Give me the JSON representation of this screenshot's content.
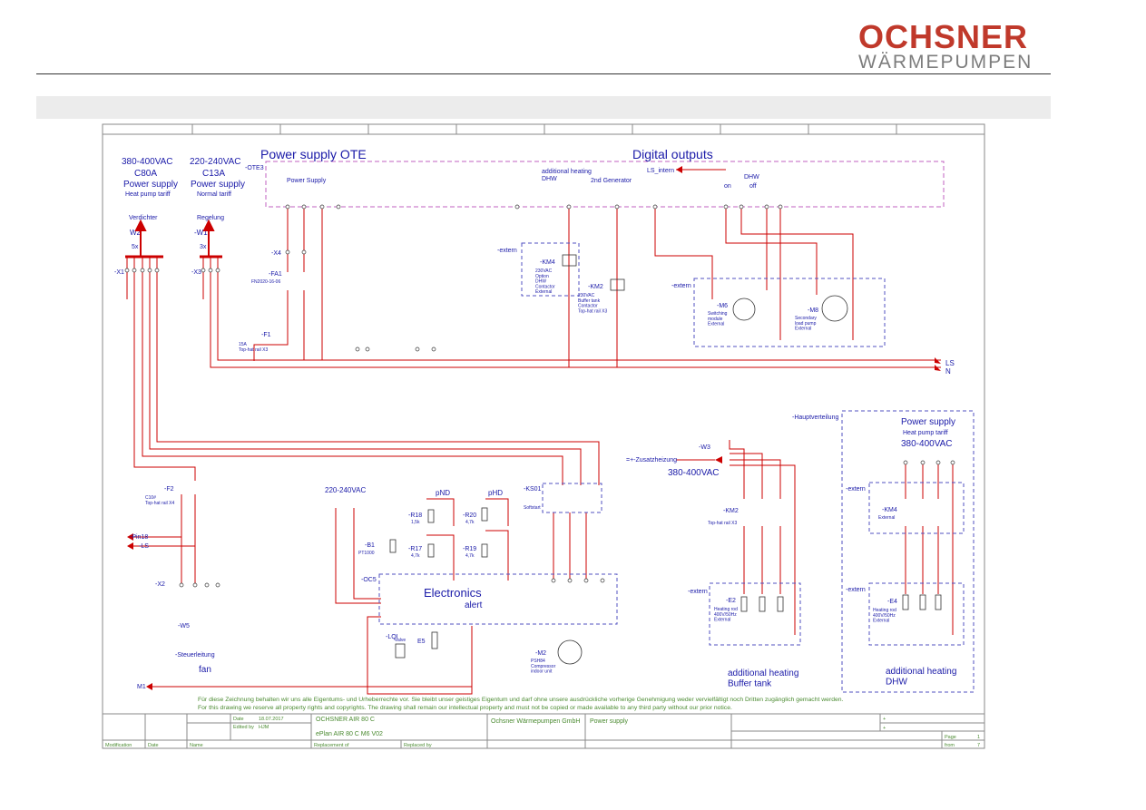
{
  "logo": {
    "top": "OCHSNER",
    "bottom": "WÄRMEPUMPEN"
  },
  "colors": {
    "wire": "#cc0000",
    "text": "#1a1aa8",
    "frame": "#8a8a8a",
    "dashed": "#c060c0",
    "blue_dashed": "#5050c0"
  },
  "supply": {
    "main": {
      "voltage": "380-400VAC",
      "fuse": "C80A",
      "label": "Power supply",
      "tariff": "Heat pump tariff",
      "tag": "Verdichter",
      "cable": "W2",
      "cores": "5x",
      "terminal": "-X1"
    },
    "ctrl": {
      "voltage": "220-240VAC",
      "fuse": "C13A",
      "label": "Power supply",
      "tariff": "Normal tariff",
      "tag": "Regelung",
      "cable": "-W1",
      "cores": "3x",
      "terminal": "-X3"
    }
  },
  "sections": {
    "power_ote": "Power supply OTE",
    "digital": "Digital outputs",
    "electronics": "Electronics",
    "alert": "alert"
  },
  "ote": {
    "tag": "-OTE3",
    "power_supply": "Power Supply",
    "add_heat_dhw": "additional heating\nDHW",
    "generator": "2nd Generator",
    "ls_intern": "LS_intern",
    "dhw": "DHW",
    "on": "on",
    "off": "off"
  },
  "devices": {
    "x4": "-X4",
    "fa1": "-FA1",
    "fa1_note": "FN2020-16-06",
    "f1": "-F1",
    "f1_note": "15A\nTop-hat rail X3",
    "km4": "-KM4",
    "km4_note": "230VAC\nOption\nDHW\nContactor\nExternal",
    "km2": "-KM2",
    "km2_note": "230VAC\nBuffer tank\nContactor\nTop-hat rail X3",
    "m6": "-M6",
    "m6_note": "Switching\nmodule\nExternal",
    "m8": "-M8",
    "m8_note": "Secondary\nload pump\nExternal",
    "extern": "-extern",
    "ls": "LS",
    "n": "N",
    "f2": "-F2",
    "f2_note": "C10#\nTop-hat rail X4",
    "pin18": "-Pin18",
    "ls_left": "-LS",
    "x2": "-X2",
    "w5": "-W5",
    "steuerleitung": "-Steuerleitung",
    "fan": "fan",
    "m1": "M1",
    "v220": "220-240VAC",
    "b1": "-B1",
    "b1_note": "PT1000",
    "r18": "-R18",
    "r18_v": "1,5k",
    "r17": "-R17",
    "r17_v": "4,7k",
    "r20": "-R20",
    "r20_v": "4,7k",
    "r19": "-R19",
    "r19_v": "4,7k",
    "pnd": "pND",
    "phd": "pHD",
    "ocs": "-OC5",
    "lqi": "-LQI",
    "valve": "Valve",
    "e5": "E5",
    "ks01": "-KS01",
    "softstart": "Softstart",
    "m2": "-M2",
    "m2_note": "PSH84\nCompressor\nindoor unit",
    "w3": "-W3",
    "zusatz": "=+-Zusatzheizung",
    "v380": "380-400VAC",
    "km2b": "-KM2",
    "km2b_note": "Top-hat rail X3",
    "e2": "-E2",
    "e2_note": "Heating rod\n400V/50Hz\nExternal",
    "buffer": "additional heating\nBuffer tank",
    "haupt": "-Hauptverteilung",
    "hp_supply": "Power supply",
    "hp_tariff": "Heat pump tariff",
    "hp_v": "380-400VAC",
    "km4b": "-KM4",
    "km4b_note": "External",
    "e4": "-E4",
    "e4_note": "Heating rod\n400V/50Hz\nExternal",
    "dhw_add": "additional heating\nDHW"
  },
  "footer": {
    "de": "Für diese Zeichnung behalten wir uns alle Eigentums- und Urheberrechte vor. Sie bleibt unser geistiges Eigentum und darf ohne unsere ausdrückliche vorherige Genehmigung weder vervielfältigt noch Dritten zugänglich gemacht werden.",
    "en": "For this drawing we reserve all property rights and copyrights. The drawing shall remain our intellectual property and must not be copied or made available to any third party without our prior notice.",
    "date_label": "Date",
    "date": "18.07.2017",
    "edited_label": "Edited by",
    "edited": "HJM",
    "project": "OCHSNER AIR 80 C",
    "eplan": "ePlan AIR 80 C M6 V02",
    "company": "Ochsner Wärmepumpen GmbH",
    "title": "Power supply",
    "modification": "Modification",
    "date_col": "Date",
    "name": "Name",
    "replacement": "Replacement of",
    "replaced": "Replaced by",
    "page_label": "Page",
    "page": "1",
    "from_label": "from",
    "from": "7",
    "plus1": "+",
    "plus2": "+"
  }
}
